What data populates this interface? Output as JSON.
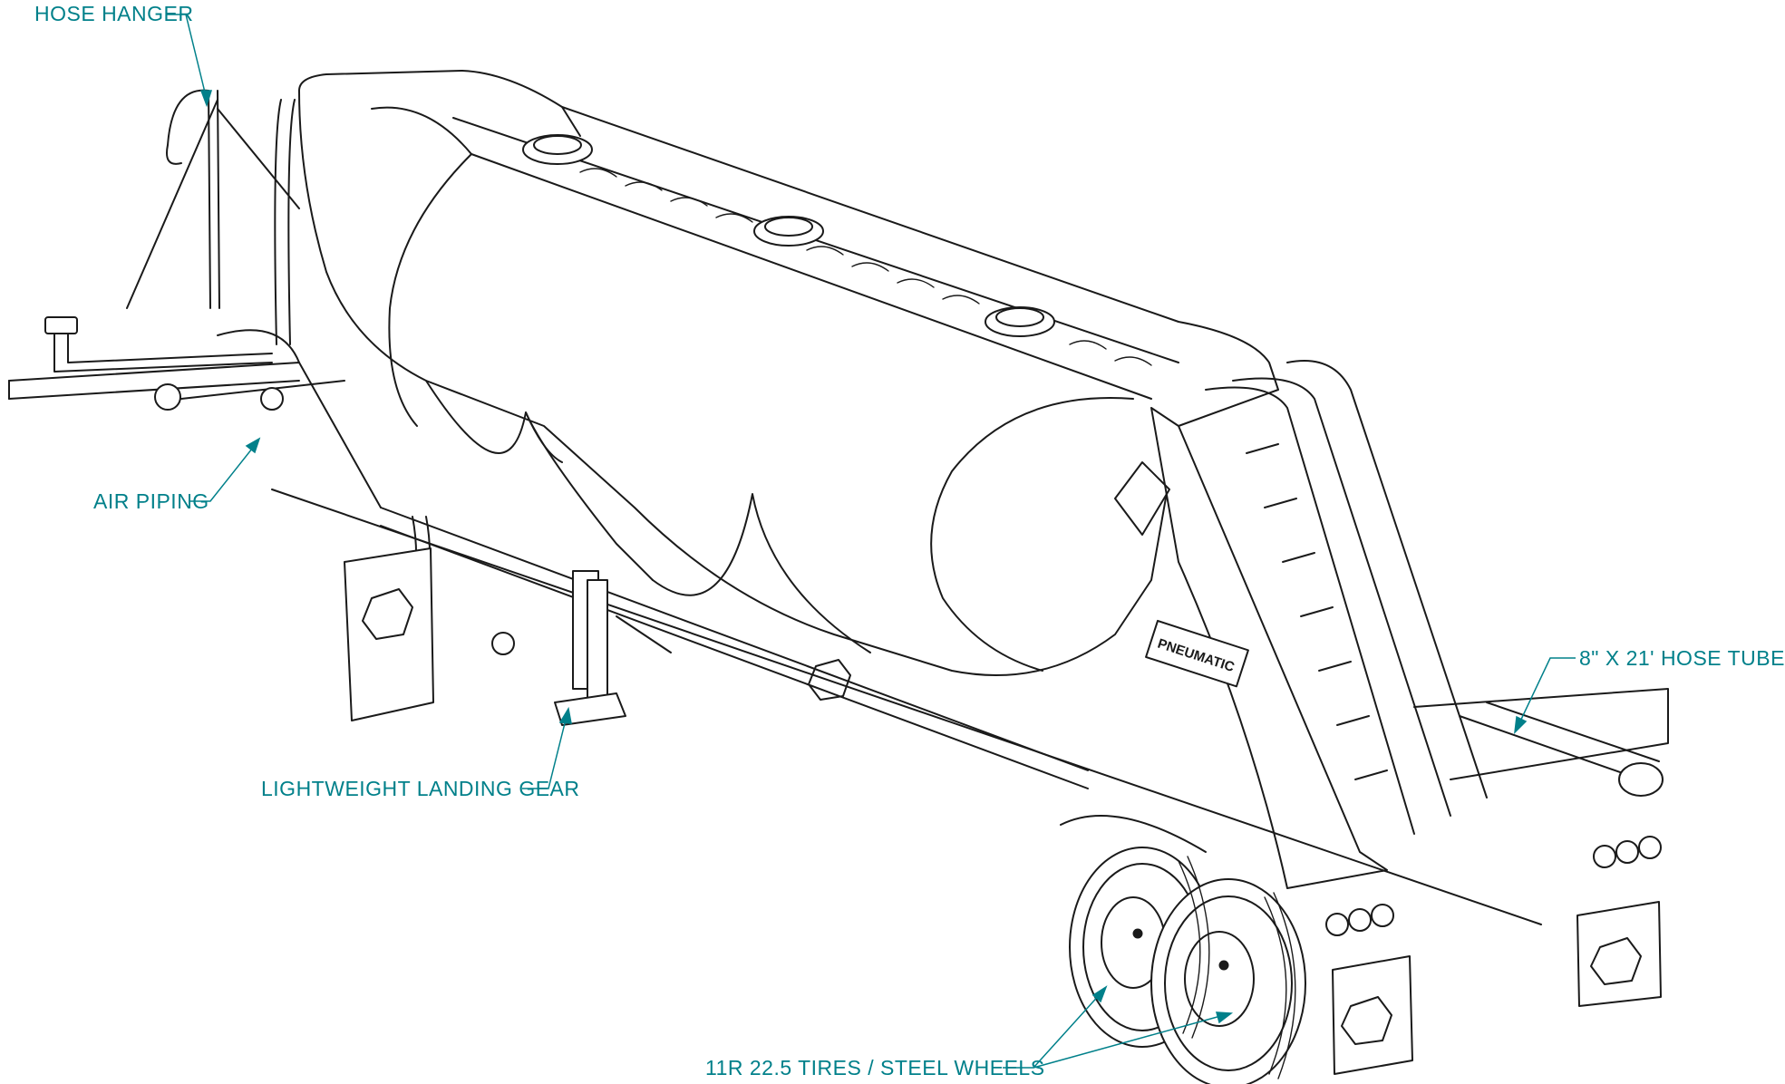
{
  "accent_color": "#00808a",
  "line_color": "#1a1a1a",
  "callouts": {
    "hose_hanger": "HOSE HANGER",
    "air_piping": "AIR PIPING",
    "landing_gear": "LIGHTWEIGHT LANDING GEAR",
    "hose_tube": "8\" X 21' HOSE TUBE",
    "tires": "11R 22.5 TIRES / STEEL WHEELS"
  },
  "decals": {
    "side_badge": "PNEUMATIC"
  },
  "icons": [
    "mac-trailer-logo",
    "manhole-hatch-icon",
    "tail-light-icon"
  ]
}
